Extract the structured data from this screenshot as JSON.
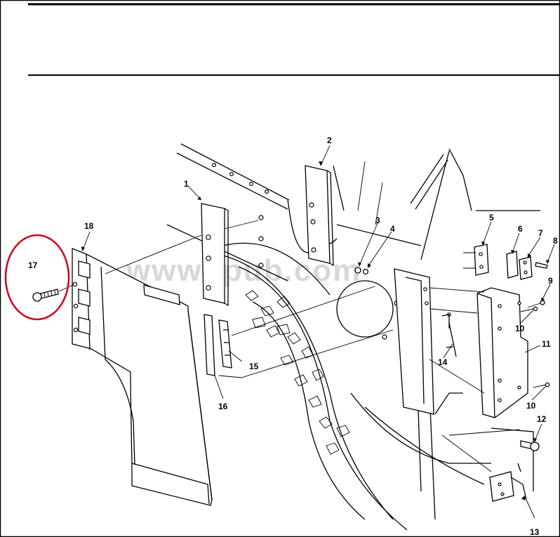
{
  "diagram": {
    "watermark": "www.tpub.com",
    "highlight_color": "#d0021b",
    "highlighted_item": "17",
    "callouts": [
      "1",
      "2",
      "3",
      "4",
      "5",
      "6",
      "7",
      "8",
      "9",
      "10",
      "10",
      "11",
      "12",
      "13",
      "14",
      "15",
      "16",
      "17",
      "18"
    ]
  }
}
